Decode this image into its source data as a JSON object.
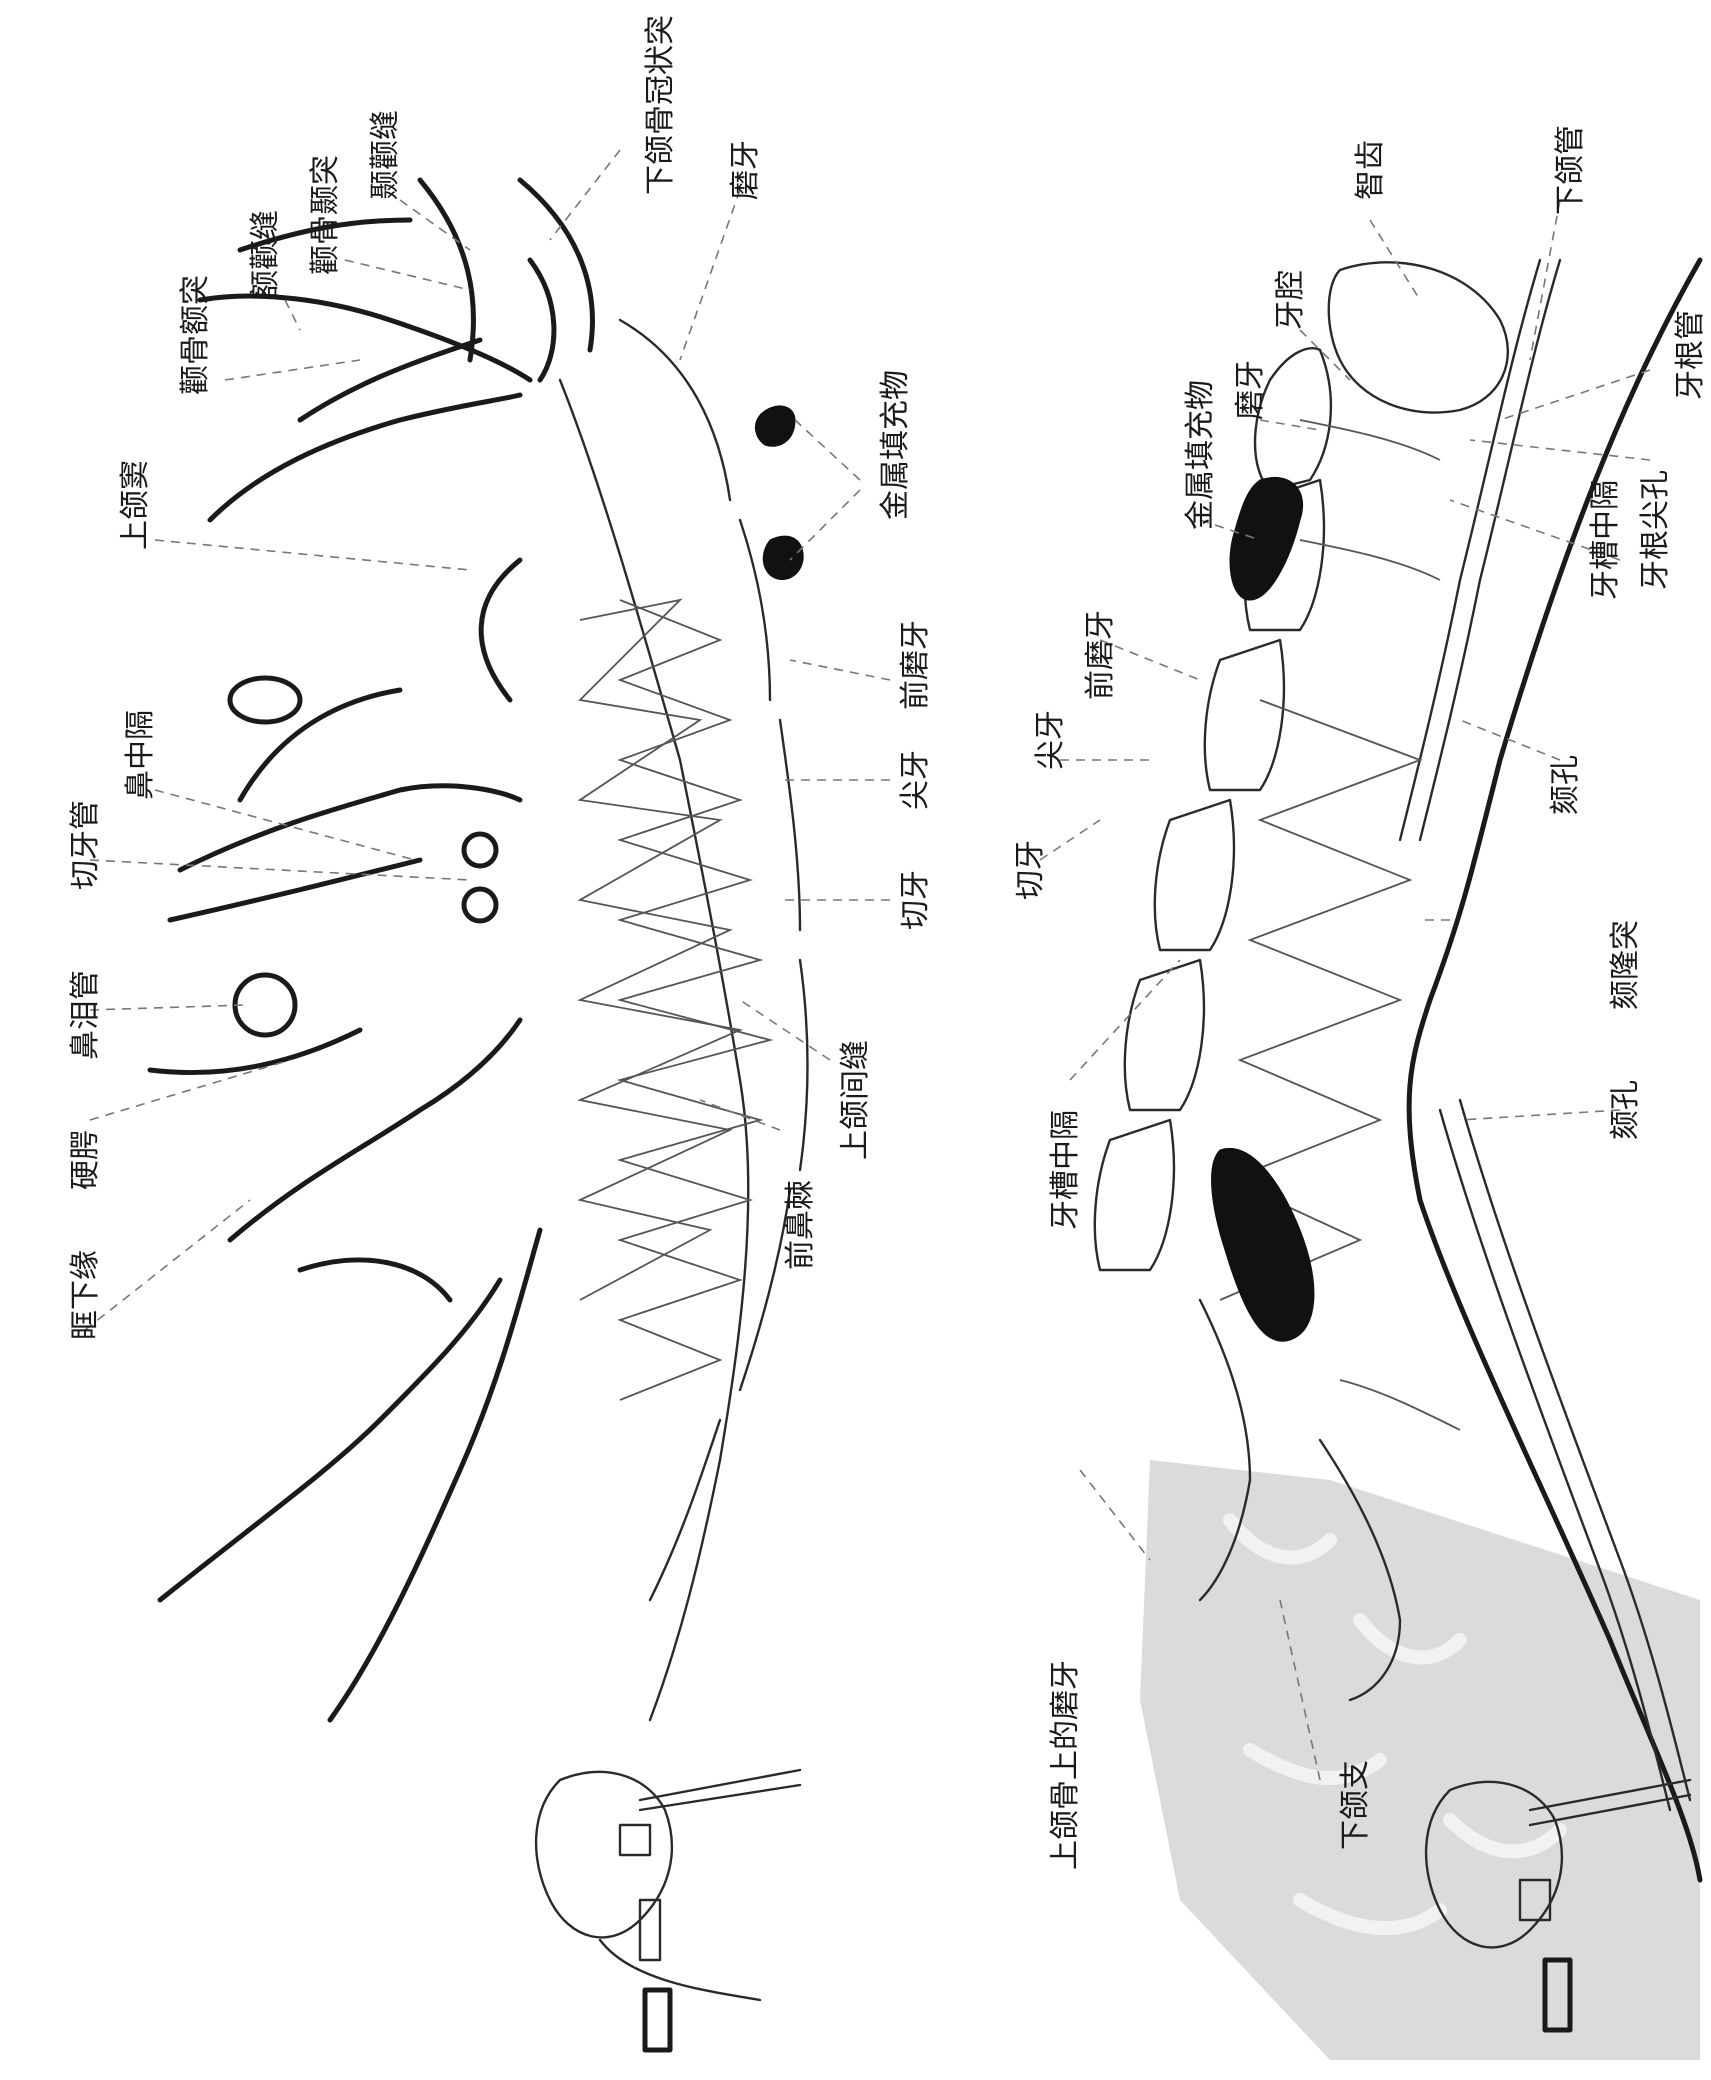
{
  "top_panel": {
    "labels": {
      "fossa": "眶下缘",
      "hard_palate": "硬腭",
      "nasolacrimal": "鼻泪管",
      "incisive_canal": "切牙管",
      "nasal_septum": "鼻中隔",
      "maxillary_sinus": "上颌窦",
      "zygomatic_frontal": "颧骨额突",
      "frontozygomatic_suture": "额颧缝",
      "zygomatic_temporal": "颧骨颞突",
      "temporozygomatic_suture": "颞颧缝",
      "coronoid": "下颌骨冠状突",
      "molar": "磨牙",
      "metal_filling": "金属填充物",
      "premolar": "前磨牙",
      "canine": "尖牙",
      "incisor": "切牙",
      "intermaxillary_suture": "上颌间缝",
      "anterior_nasal_spine": "前鼻棘"
    }
  },
  "bottom_panel": {
    "labels": {
      "maxillary_molar": "上颌骨上的磨牙",
      "ramus": "下颌支",
      "interalveolar_septum_left": "牙槽中隔",
      "incisor": "切牙",
      "canine": "尖牙",
      "premolar": "前磨牙",
      "metal_filling": "金属填充物",
      "molar": "磨牙",
      "pulp_cavity": "牙腔",
      "wisdom_tooth": "智齿",
      "mandibular_canal": "下颌管",
      "root_canal": "牙根管",
      "apical_foramen": "牙根尖孔",
      "interalveolar_septum_right": "牙槽中隔",
      "mental_foramen_right": "颏孔",
      "mental_protuberance": "颏隆突",
      "mental_foramen_left": "颏孔"
    }
  }
}
